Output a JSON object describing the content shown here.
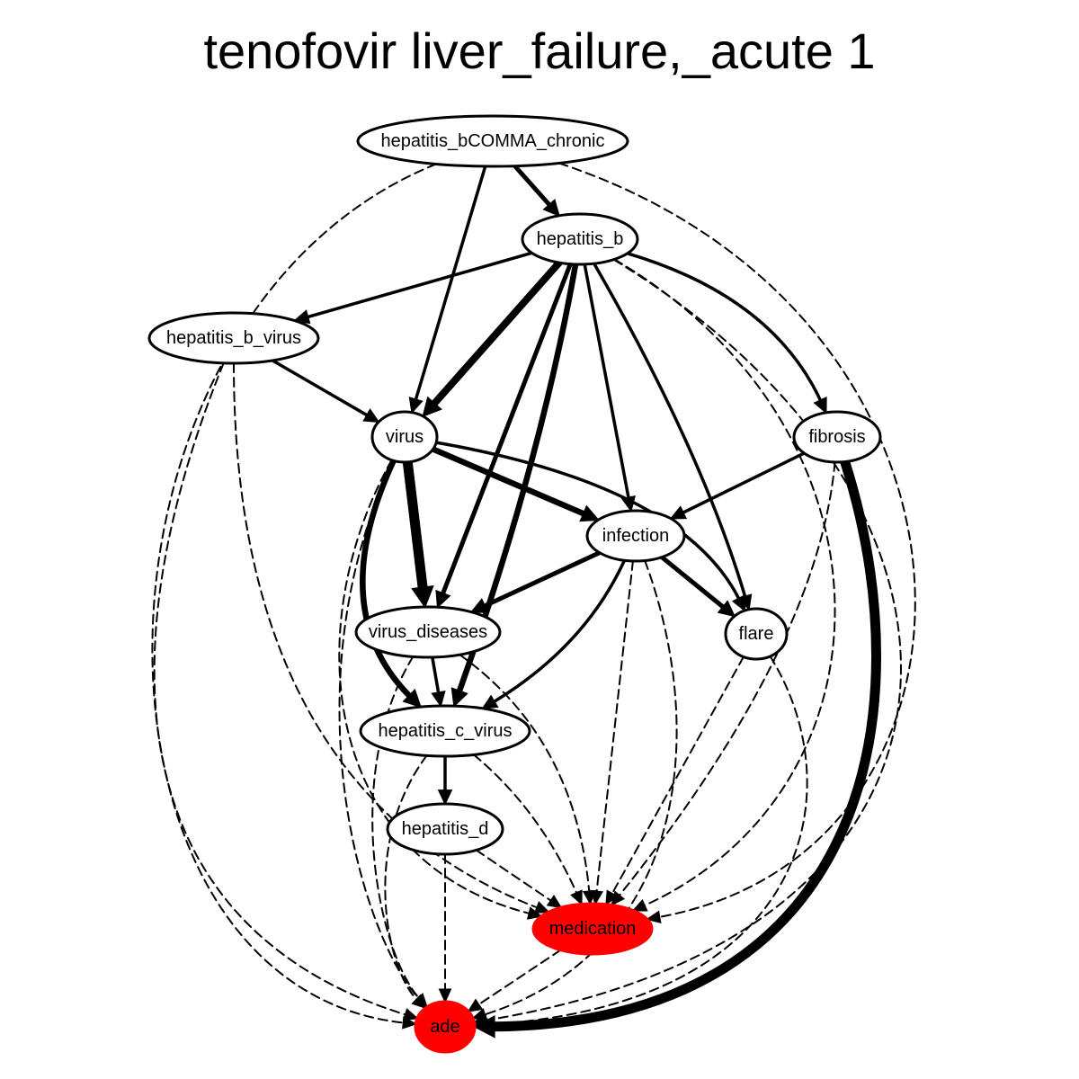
{
  "title": "tenofovir liver_failure,_acute 1",
  "colors": {
    "highlight": "#ff0000",
    "edge": "#000000",
    "node_fill": "#ffffff"
  },
  "nodes": [
    {
      "id": "hbc",
      "label": "hepatitis_bCOMMA_chronic",
      "highlight": false
    },
    {
      "id": "hb",
      "label": "hepatitis_b",
      "highlight": false
    },
    {
      "id": "hbv",
      "label": "hepatitis_b_virus",
      "highlight": false
    },
    {
      "id": "virus",
      "label": "virus",
      "highlight": false
    },
    {
      "id": "fibrosis",
      "label": "fibrosis",
      "highlight": false
    },
    {
      "id": "infection",
      "label": "infection",
      "highlight": false
    },
    {
      "id": "vd",
      "label": "virus_diseases",
      "highlight": false
    },
    {
      "id": "flare",
      "label": "flare",
      "highlight": false
    },
    {
      "id": "hcv",
      "label": "hepatitis_c_virus",
      "highlight": false
    },
    {
      "id": "hd",
      "label": "hepatitis_d",
      "highlight": false
    },
    {
      "id": "medication",
      "label": "medication",
      "highlight": true
    },
    {
      "id": "ade",
      "label": "ade",
      "highlight": true
    }
  ],
  "edges": [
    {
      "from": "hbc",
      "to": "hb",
      "style": "solid",
      "weight": 3
    },
    {
      "from": "hbc",
      "to": "virus",
      "style": "solid",
      "weight": 2
    },
    {
      "from": "hbc",
      "to": "ade",
      "style": "dashed",
      "weight": 1
    },
    {
      "from": "hbc",
      "to": "medication",
      "style": "dashed",
      "weight": 1
    },
    {
      "from": "hb",
      "to": "hbv",
      "style": "solid",
      "weight": 2
    },
    {
      "from": "hb",
      "to": "virus",
      "style": "solid",
      "weight": 5
    },
    {
      "from": "hb",
      "to": "vd",
      "style": "solid",
      "weight": 3
    },
    {
      "from": "hb",
      "to": "hcv",
      "style": "solid",
      "weight": 4
    },
    {
      "from": "hb",
      "to": "infection",
      "style": "solid",
      "weight": 2
    },
    {
      "from": "hb",
      "to": "flare",
      "style": "solid",
      "weight": 2
    },
    {
      "from": "hb",
      "to": "fibrosis",
      "style": "solid",
      "weight": 2
    },
    {
      "from": "hb",
      "to": "medication",
      "style": "dashed",
      "weight": 1
    },
    {
      "from": "hb",
      "to": "ade",
      "style": "dashed",
      "weight": 1
    },
    {
      "from": "hbv",
      "to": "virus",
      "style": "solid",
      "weight": 2
    },
    {
      "from": "hbv",
      "to": "medication",
      "style": "dashed",
      "weight": 1
    },
    {
      "from": "hbv",
      "to": "ade",
      "style": "dashed",
      "weight": 1
    },
    {
      "from": "virus",
      "to": "infection",
      "style": "solid",
      "weight": 4
    },
    {
      "from": "virus",
      "to": "vd",
      "style": "solid",
      "weight": 7
    },
    {
      "from": "virus",
      "to": "hcv",
      "style": "solid",
      "weight": 4
    },
    {
      "from": "virus",
      "to": "flare",
      "style": "solid",
      "weight": 2
    },
    {
      "from": "virus",
      "to": "medication",
      "style": "dashed",
      "weight": 1
    },
    {
      "from": "virus",
      "to": "ade",
      "style": "dashed",
      "weight": 1
    },
    {
      "from": "fibrosis",
      "to": "infection",
      "style": "solid",
      "weight": 2
    },
    {
      "from": "fibrosis",
      "to": "ade",
      "style": "solid",
      "weight": 7
    },
    {
      "from": "fibrosis",
      "to": "medication",
      "style": "dashed",
      "weight": 1
    },
    {
      "from": "infection",
      "to": "vd",
      "style": "solid",
      "weight": 3
    },
    {
      "from": "infection",
      "to": "flare",
      "style": "solid",
      "weight": 3
    },
    {
      "from": "infection",
      "to": "hcv",
      "style": "solid",
      "weight": 2
    },
    {
      "from": "infection",
      "to": "medication",
      "style": "dashed",
      "weight": 1
    },
    {
      "from": "infection",
      "to": "ade",
      "style": "dashed",
      "weight": 1
    },
    {
      "from": "vd",
      "to": "hcv",
      "style": "solid",
      "weight": 2
    },
    {
      "from": "vd",
      "to": "medication",
      "style": "dashed",
      "weight": 1
    },
    {
      "from": "vd",
      "to": "ade",
      "style": "dashed",
      "weight": 1
    },
    {
      "from": "flare",
      "to": "medication",
      "style": "dashed",
      "weight": 1
    },
    {
      "from": "flare",
      "to": "ade",
      "style": "dashed",
      "weight": 1
    },
    {
      "from": "hcv",
      "to": "hd",
      "style": "solid",
      "weight": 2
    },
    {
      "from": "hcv",
      "to": "medication",
      "style": "dashed",
      "weight": 1
    },
    {
      "from": "hcv",
      "to": "ade",
      "style": "dashed",
      "weight": 1
    },
    {
      "from": "hd",
      "to": "medication",
      "style": "dashed",
      "weight": 1
    },
    {
      "from": "hd",
      "to": "ade",
      "style": "dashed",
      "weight": 1
    },
    {
      "from": "medication",
      "to": "ade",
      "style": "dashed",
      "weight": 1
    }
  ]
}
